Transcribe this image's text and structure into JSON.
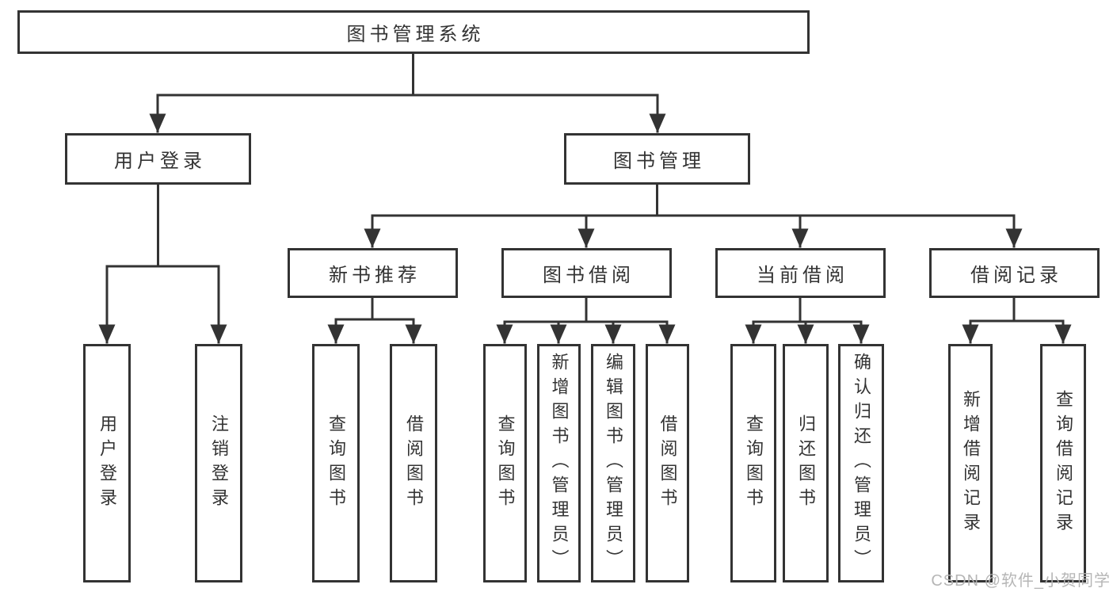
{
  "diagram": {
    "title": "图书管理系统",
    "user_login": {
      "label": "用户登录",
      "children": [
        {
          "label": "用户登录"
        },
        {
          "label": "注销登录"
        }
      ]
    },
    "book_mgmt": {
      "label": "图书管理",
      "categories": [
        {
          "label": "新书推荐",
          "children": [
            {
              "label": "查询图书"
            },
            {
              "label": "借阅图书"
            }
          ]
        },
        {
          "label": "图书借阅",
          "children": [
            {
              "label": "查询图书"
            },
            {
              "label": "新增图书（管理员）"
            },
            {
              "label": "编辑图书（管理员）"
            },
            {
              "label": "借阅图书"
            }
          ]
        },
        {
          "label": "当前借阅",
          "children": [
            {
              "label": "查询图书"
            },
            {
              "label": "归还图书"
            },
            {
              "label": "确认归还（管理员）"
            }
          ]
        },
        {
          "label": "借阅记录",
          "children": [
            {
              "label": "新增借阅记录"
            },
            {
              "label": "查询借阅记录"
            }
          ]
        }
      ]
    }
  },
  "watermark": {
    "text": "CSDN @软件_小贺同学"
  },
  "colors": {
    "line": "#333333",
    "text": "#333333",
    "watermark": "#b3b3b3",
    "background": "#ffffff"
  }
}
